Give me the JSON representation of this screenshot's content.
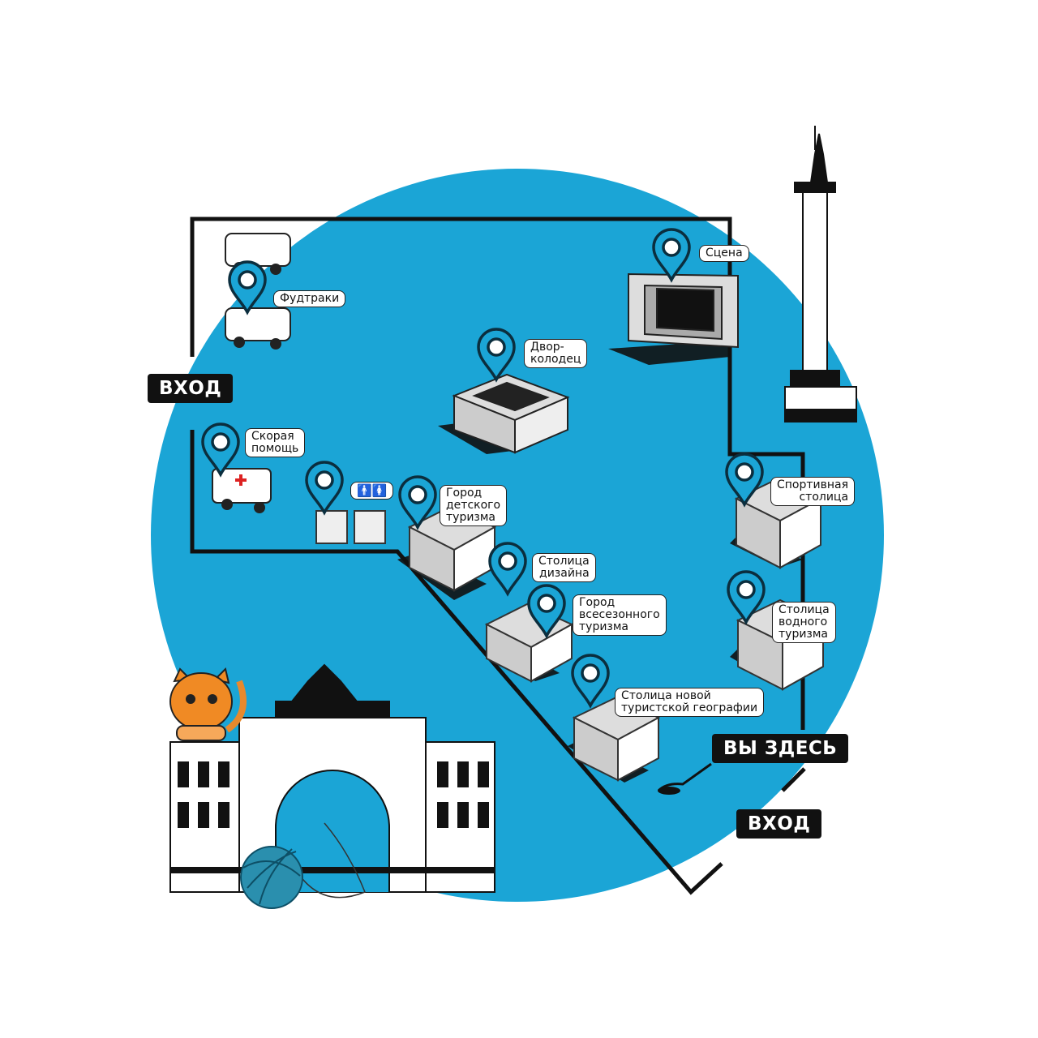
{
  "colors": {
    "circle": "#1ba5d6",
    "line": "#111111",
    "pin_fill": "#1ba5d6"
  },
  "labels": {
    "foodtrucks": "Фудтраки",
    "stage": "Сцена",
    "courtyard": "Двор-\nколодец",
    "ambulance": "Скорая\nпомощь",
    "toilets_icon": "🚹🚺",
    "kids_tourism": "Город\nдетского\nтуризма",
    "design_capital": "Столица\nдизайна",
    "allseason": "Город\nвсесезонного\nтуризма",
    "sport_capital": "Спортивная\nстолица",
    "water_tourism": "Столица\nводного\nтуризма",
    "new_geography": "Столица новой\nтуристской географии"
  },
  "markers": {
    "entrance_left": "ВХОД",
    "you_are_here": "ВЫ ЗДЕСЬ",
    "entrance_right": "ВХОД"
  }
}
